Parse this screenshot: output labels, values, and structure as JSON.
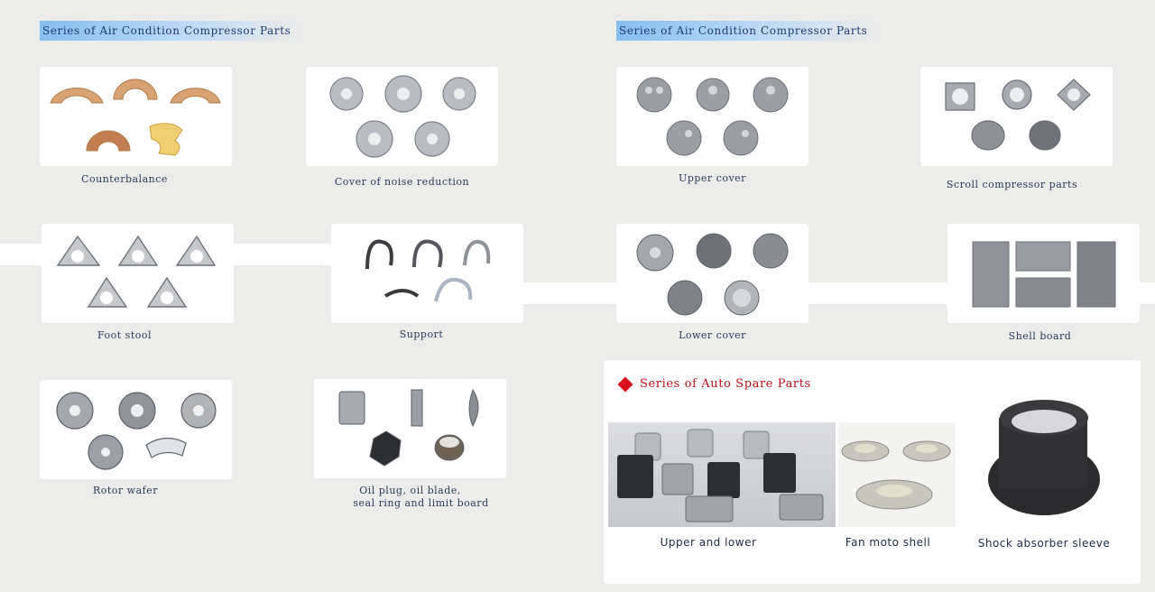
{
  "left_section": {
    "title": "Series of Air Condition Compressor Parts"
  },
  "right_section": {
    "title": "Series of Air Condition Compressor Parts"
  },
  "parts": {
    "counterbalance": "Counterbalance",
    "noise_cover": "Cover of noise reduction",
    "foot_stool": "Foot stool",
    "support": "Support",
    "rotor_wafer": "Rotor wafer",
    "oil_plug_line1": "Oil plug, oil blade,",
    "oil_plug_line2": "seal ring and limit board",
    "upper_cover": "Upper cover",
    "scroll_parts": "Scroll compressor parts",
    "lower_cover": "Lower cover",
    "shell_board": "Shell board"
  },
  "auto_section": {
    "title": "Series of Auto Spare Parts",
    "items": [
      {
        "label": "Upper and lower"
      },
      {
        "label": "Fan moto shell"
      },
      {
        "label": "Shock absorber sleeve"
      }
    ]
  },
  "colors": {
    "accent_red": "#d8111d",
    "header_blue": "#86bff0",
    "text_navy": "#1f3b73"
  }
}
